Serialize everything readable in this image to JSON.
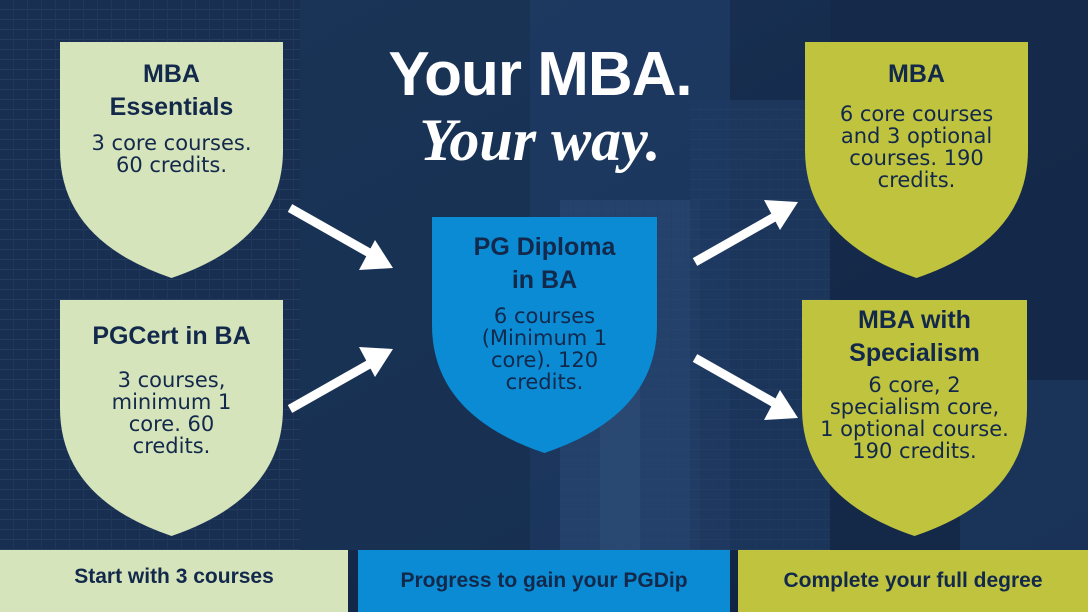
{
  "title": {
    "line1": "Your MBA.",
    "line2": "Your way."
  },
  "shields": {
    "mba_essentials": {
      "heading": "MBA Essentials",
      "body": "3 core courses. 60 credits.",
      "color": "#d5e4bb"
    },
    "pgcert": {
      "heading": "PGCert in BA",
      "body": "3 courses, minimum 1 core. 60 credits.",
      "color": "#d5e4bb"
    },
    "pg_diploma": {
      "heading": "PG Diploma in BA",
      "body": "6 courses (Minimum 1 core). 120 credits.",
      "color": "#0a8bd4"
    },
    "mba": {
      "heading": "MBA",
      "body": "6 core courses and 3 optional courses. 190 credits.",
      "color": "#bfc33d"
    },
    "mba_specialism": {
      "heading": "MBA with Specialism",
      "body": "6 core, 2 specialism core, 1 optional course. 190 credits.",
      "color": "#bfc33d"
    }
  },
  "footer": {
    "start": {
      "label": "Start with 3 courses",
      "color": "#d5e4bb"
    },
    "progress": {
      "label": "Progress to gain your PGDip",
      "color": "#0a8bd4"
    },
    "complete": {
      "label": "Complete your full degree",
      "color": "#bfc33d"
    }
  }
}
